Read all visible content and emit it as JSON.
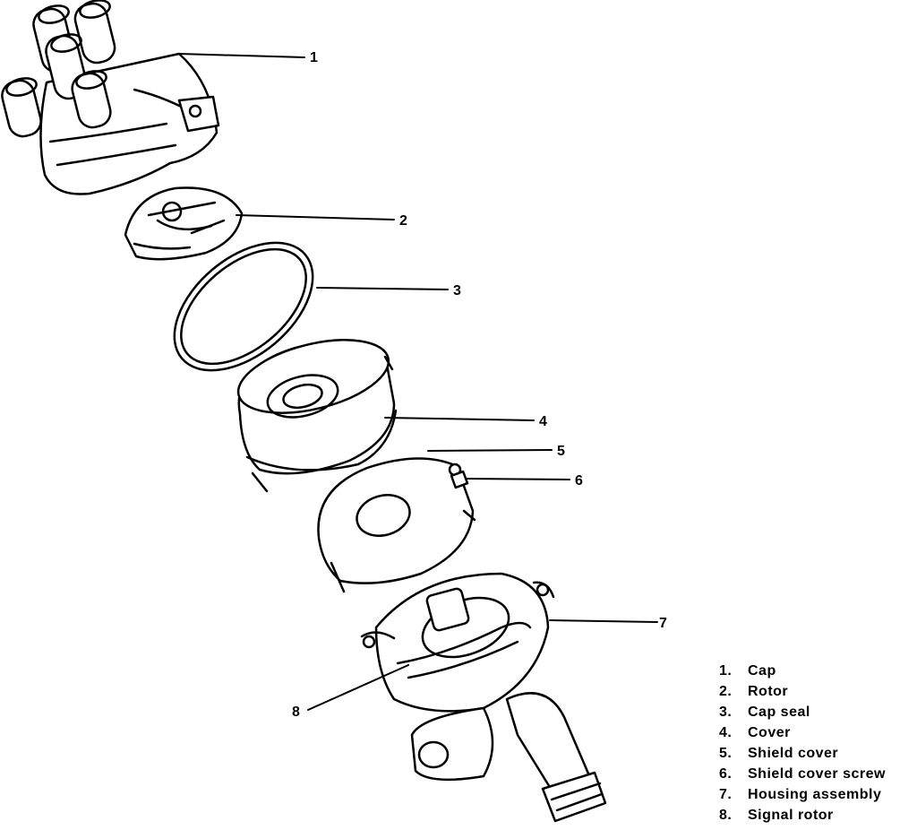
{
  "callouts": [
    "1",
    "2",
    "3",
    "4",
    "5",
    "6",
    "7",
    "8"
  ],
  "legend": [
    {
      "num": "1.",
      "label": "Cap"
    },
    {
      "num": "2.",
      "label": "Rotor"
    },
    {
      "num": "3.",
      "label": "Cap seal"
    },
    {
      "num": "4.",
      "label": "Cover"
    },
    {
      "num": "5.",
      "label": "Shield cover"
    },
    {
      "num": "6.",
      "label": "Shield cover screw"
    },
    {
      "num": "7.",
      "label": "Housing assembly"
    },
    {
      "num": "8.",
      "label": "Signal rotor"
    }
  ]
}
